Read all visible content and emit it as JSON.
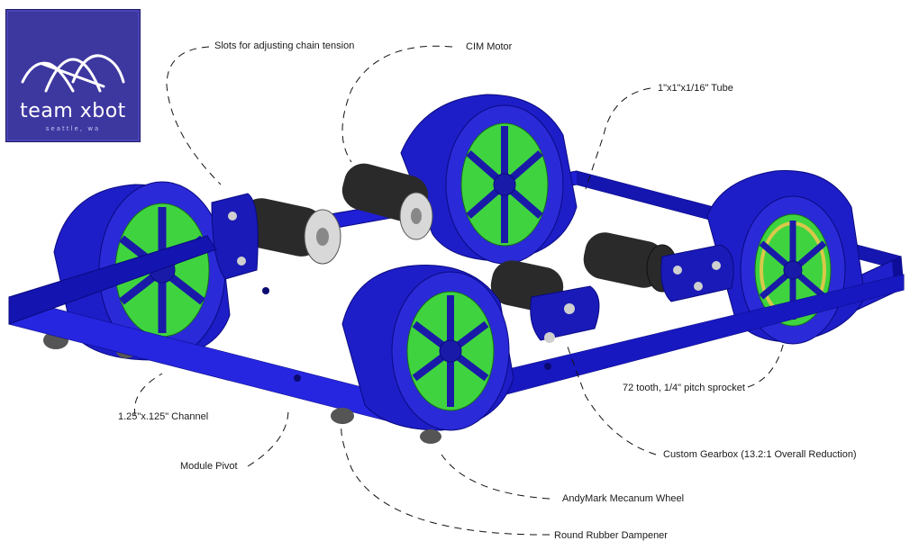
{
  "logo": {
    "name": "team xbot",
    "city": "seattle, wa"
  },
  "colors": {
    "frame": "#1f1fd6",
    "frame_dark": "#0d0d9a",
    "wheel": "#2222cc",
    "gearbox_green": "#39d639",
    "motor_dark": "#2a2a2a",
    "motor_silver": "#d8d8d8",
    "sprocket_gold": "#d9c84a",
    "logo_bg": "#3d37a0"
  },
  "callouts": {
    "chain_tension": "Slots for adjusting chain tension",
    "cim_motor": "CIM Motor",
    "tube": "1\"x1\"x1/16\" Tube",
    "sprocket": "72 tooth, 1/4\" pitch sprocket",
    "gearbox": "Custom Gearbox (13.2:1 Overall Reduction)",
    "mecanum": "AndyMark Mecanum Wheel",
    "dampener": "Round Rubber Dampener",
    "channel": "1.25\"x.125\" Channel",
    "pivot": "Module Pivot"
  }
}
